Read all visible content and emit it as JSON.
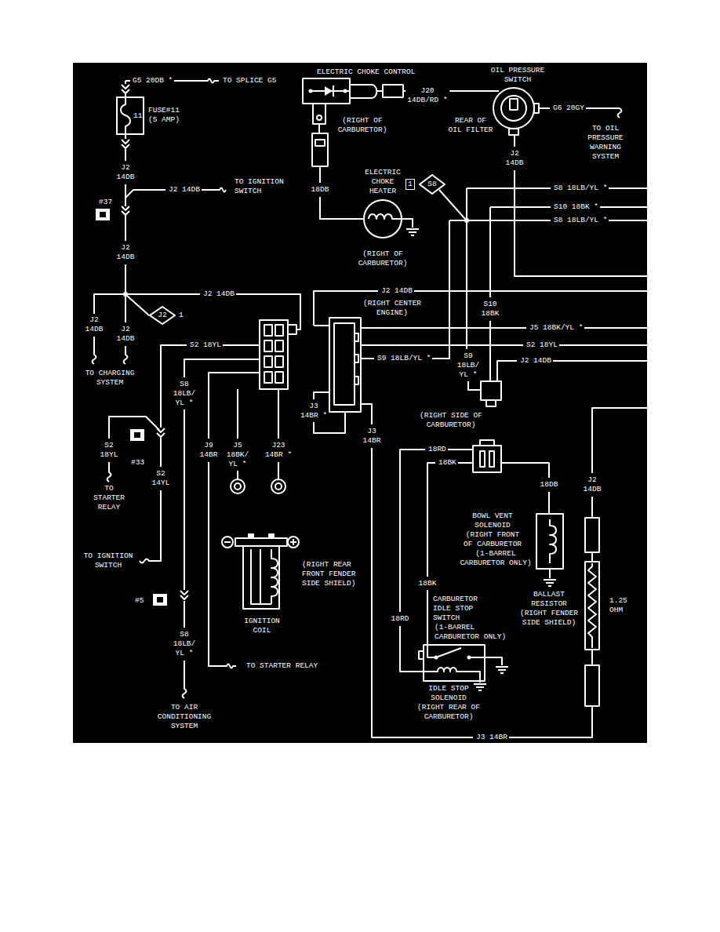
{
  "diagram": {
    "nodes": [
      {
        "text": [
          "11"
        ]
      },
      {
        "text": [
          "1",
          "S8"
        ]
      },
      {
        "text": [
          "#37"
        ]
      },
      {
        "text": [
          "J2",
          "1"
        ]
      },
      {
        "text": [
          "#33"
        ]
      },
      {
        "text": [
          "#5"
        ]
      }
    ],
    "labels": [
      "G5 20DB *",
      "TO SPLICE G5",
      "FUSE#11 (5 AMP)",
      "J2 14DB",
      "J2 14DB",
      "TO IGNITION SWITCH",
      "J2 14DB",
      "J2 14DB",
      "J2 14DB",
      "J2 14DB",
      "TO CHARGING SYSTEM",
      "S2 18YL",
      "S8 18LB/ YL *",
      "S2 18YL",
      "S2 14YL",
      "TO STARTER RELAY",
      "TO IGNITION SWITCH",
      "S8 18LB/ YL *",
      "TO AIR CONDITIONING SYSTEM",
      "J9 14BR",
      "J5 18BK/ YL *",
      "J23 14BR *",
      "TO STARTER RELAY",
      "IGNITION COIL",
      "(RIGHT REAR FRONT FENDER SIDE SHIELD)",
      "ELECTRIC CHOKE CONTROL",
      "(RIGHT OF CARBURETOR)",
      "J20 14DB/RD *",
      "OIL PRESSURE SWITCH",
      "G6 20GY",
      "TO OIL PRESSURE WARNING SYSTEM",
      "REAR OF OIL FILTER",
      "J2 14DB",
      "18DB",
      "ELECTRIC CHOKE HEATER",
      "(RIGHT OF CARBURETOR)",
      "S8 18LB/YL *",
      "S10 18BK *",
      "S8 18LB/YL *",
      "J2 14DB",
      "(RIGHT CENTER ENGINE)",
      "S10 18BK",
      "J5 18BK/YL *",
      "S2 18YL",
      "S9 18LB/YL *",
      "S9 18LB/ YL *",
      "J2 14DB",
      "J3 14BR *",
      "J3 14BR",
      "(RIGHT SIDE OF CARBURETOR)",
      "18RD",
      "18BK",
      "18DB",
      "BOWL VENT SOLENOID",
      "(RIGHT FRONT OF CARBURETOR",
      "(1-BARREL CARBURETOR ONLY)",
      "18BK",
      "CARBURETOR IDLE STOP SWITCH",
      "(1-BARREL CARBURETOR ONLY)",
      "18RD",
      "IDLE STOP SOLENOID",
      "(RIGHT REAR OF CARBURETOR)",
      "BALLAST RESISTOR",
      "(RIGHT FENDER SIDE SHIELD)",
      "1.25 OHM",
      "J2 14DB",
      "J3 14BR"
    ]
  }
}
